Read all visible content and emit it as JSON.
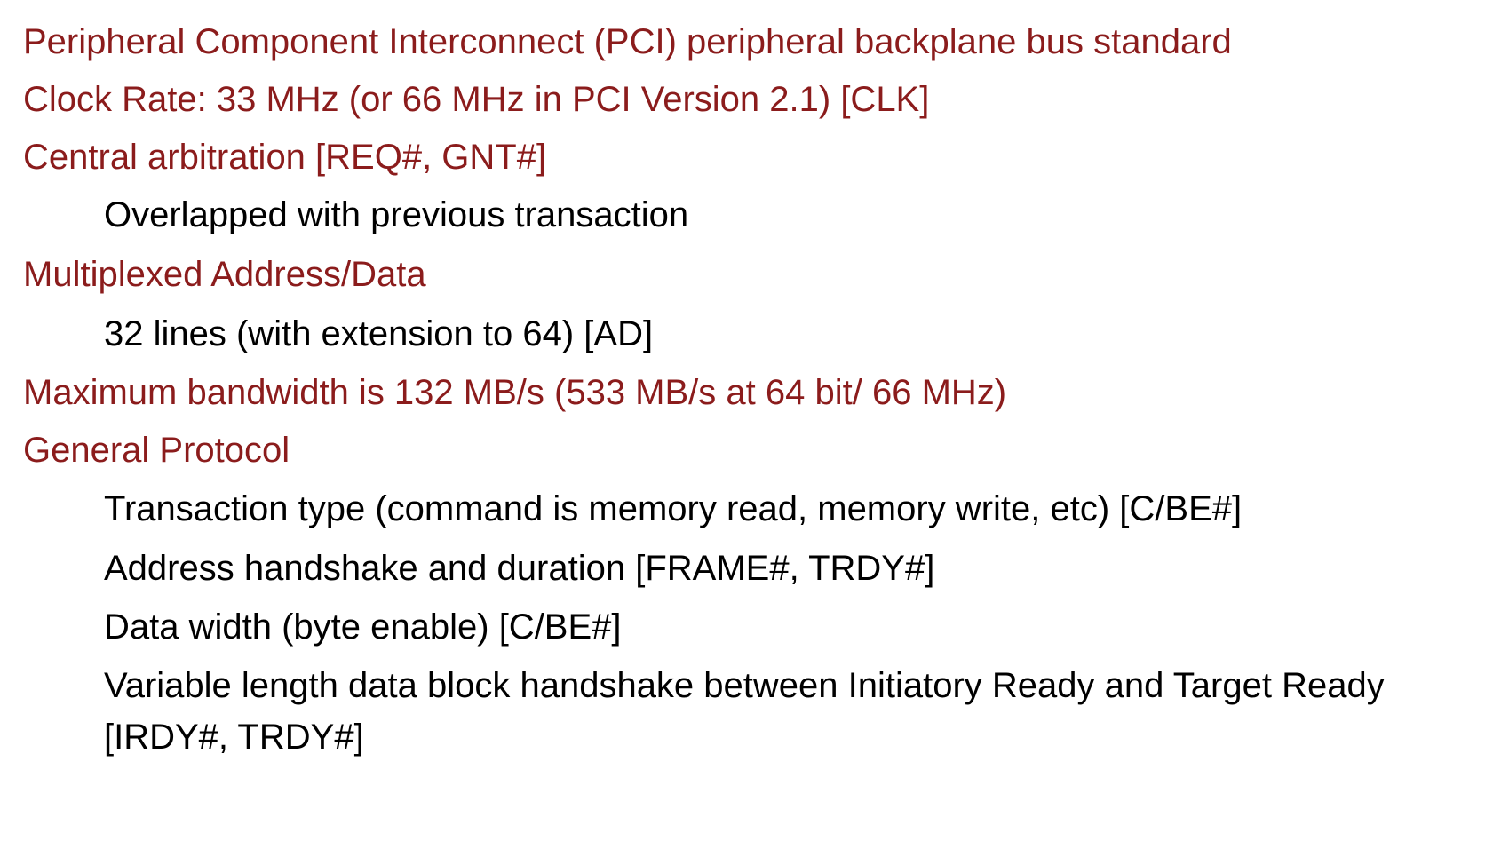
{
  "colors": {
    "heading": "#8b1c1c",
    "body": "#000000",
    "background": "#ffffff"
  },
  "items": [
    {
      "level": 1,
      "text": "Peripheral Component Interconnect (PCI) peripheral backplane bus standard"
    },
    {
      "level": 1,
      "text": "Clock Rate: 33 MHz (or 66 MHz in PCI Version 2.1) [CLK]"
    },
    {
      "level": 1,
      "text": "Central arbitration [REQ#, GNT#]"
    },
    {
      "level": 2,
      "text": "Overlapped with previous transaction"
    },
    {
      "level": 1,
      "text": "Multiplexed Address/Data"
    },
    {
      "level": 2,
      "text": "32 lines (with extension to 64) [AD]"
    },
    {
      "level": 1,
      "text": "Maximum bandwidth is 132 MB/s (533 MB/s at 64 bit/ 66 MHz)"
    },
    {
      "level": 1,
      "text": "General Protocol"
    },
    {
      "level": 2,
      "text": "Transaction type (command is memory read, memory write, etc) [C/BE#]"
    },
    {
      "level": 2,
      "text": "Address handshake and duration [FRAME#, TRDY#]"
    },
    {
      "level": 2,
      "text": "Data width (byte enable) [C/BE#]"
    },
    {
      "level": 2,
      "text": "Variable length data block handshake between Initiatory Ready and Target Ready [IRDY#, TRDY#]"
    }
  ]
}
